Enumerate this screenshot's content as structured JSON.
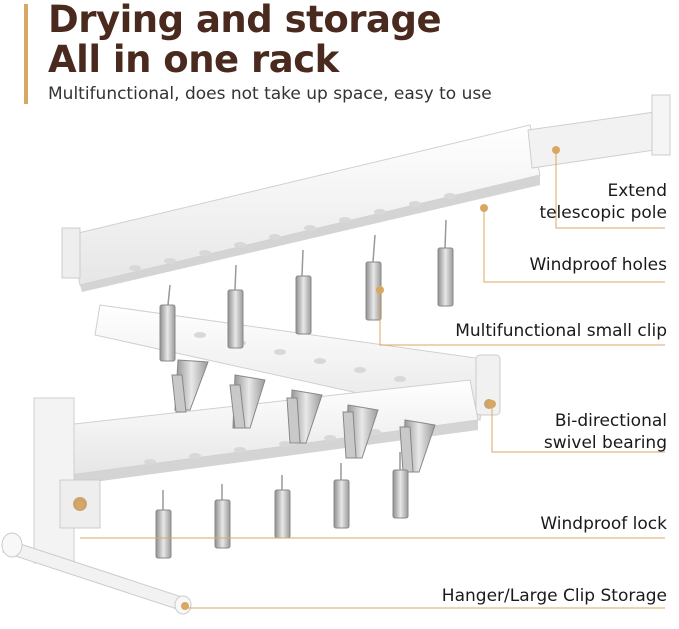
{
  "header": {
    "title_line1": "Drying and storage",
    "title_line2": "All in one rack",
    "subtitle": "Multifunctional, does not take up space, easy to use"
  },
  "callouts": {
    "extend_line1": "Extend",
    "extend_line2": "telescopic pole",
    "windproof_holes": "Windproof holes",
    "small_clip": "Multifunctional small clip",
    "swivel_line1": "Bi-directional",
    "swivel_line2": "swivel bearing",
    "windproof_lock": "Windproof lock",
    "storage": "Hanger/Large Clip Storage"
  },
  "colors": {
    "accent": "#d9a764",
    "title": "#4a2a1e",
    "leader": "#d9a764"
  }
}
